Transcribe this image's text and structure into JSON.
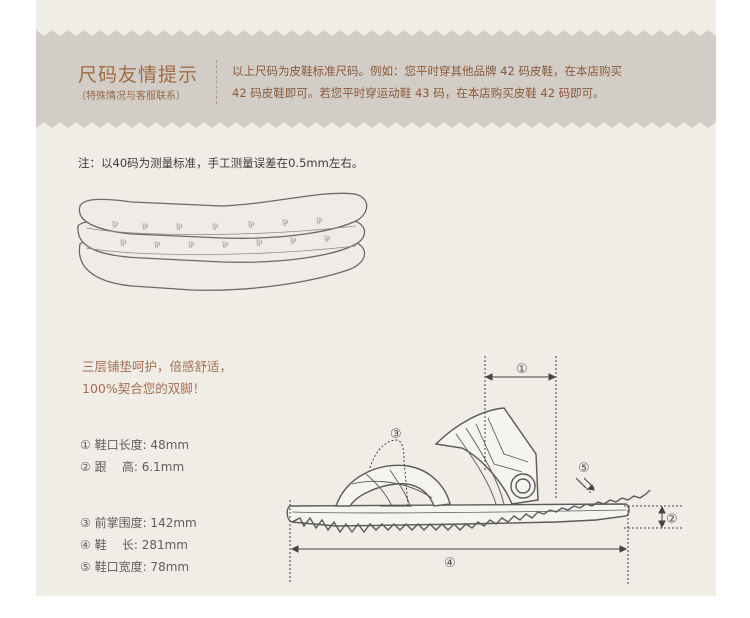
{
  "tip": {
    "title": "尺码友情提示",
    "subtitle": "（特殊情况与客服联系）",
    "line1": "以上尺码为皮鞋标准尺码。例如：您平时穿其他品牌  42  码皮鞋，在本店购买",
    "line2": "42 码皮鞋即可。若您平时穿运动鞋 43 码，在本店购买皮鞋 42 码即可。"
  },
  "note": "注：以40码为测量标准，手工测量误差在0.5mm左右。",
  "slogan": {
    "line1": "三层铺垫呵护，倍感舒适，",
    "line2": "100%契合您的双脚！"
  },
  "specs": {
    "group1": [
      "① 鞋口长度: 48mm",
      "② 跟    高: 6.1mm"
    ],
    "group2": [
      "③ 前掌围度: 142mm",
      "④ 鞋    长: 281mm",
      "⑤ 鞋口宽度: 78mm"
    ]
  },
  "markers": {
    "m1": "①",
    "m2": "②",
    "m3": "③",
    "m4": "④",
    "m5": "⑤"
  },
  "colors": {
    "panel_bg": "#f0ece6",
    "band_bg": "#d2cdc6",
    "title_color": "#a36b44",
    "text_brown": "#8a5a3a",
    "line_gray": "#555555"
  }
}
